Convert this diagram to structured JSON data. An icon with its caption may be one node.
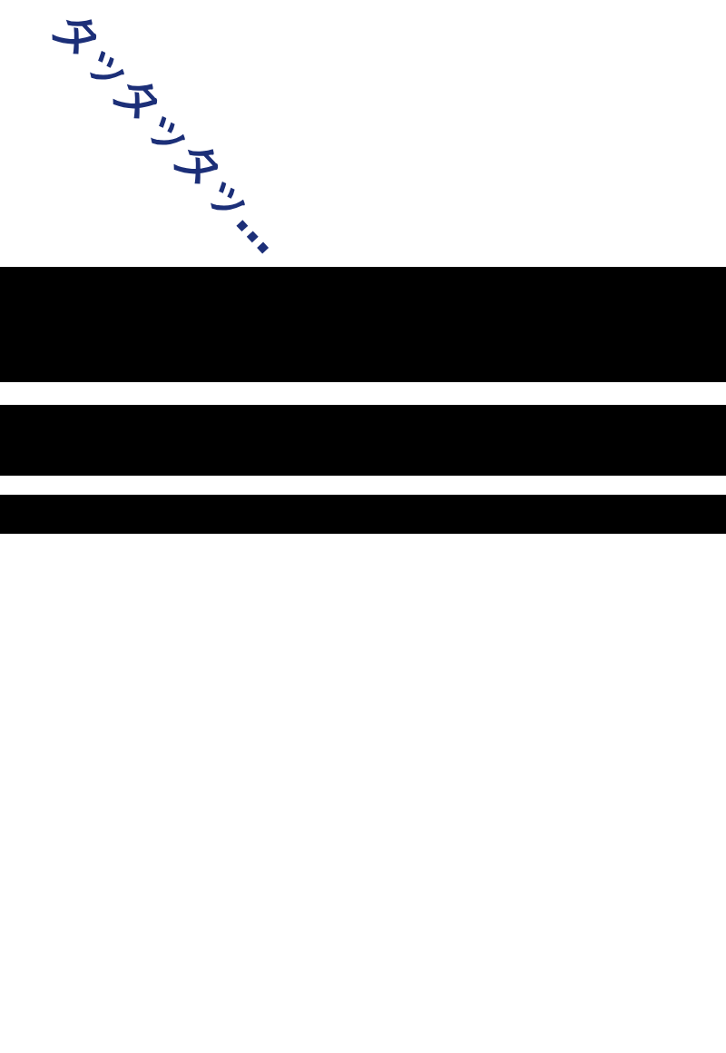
{
  "diagram": {
    "nodes": [
      {
        "text": [],
        "shape": "bar"
      },
      {
        "text": [],
        "shape": "bar"
      },
      {
        "text": [],
        "shape": "bar"
      }
    ],
    "labels": [
      "タッタッタッ…"
    ]
  }
}
